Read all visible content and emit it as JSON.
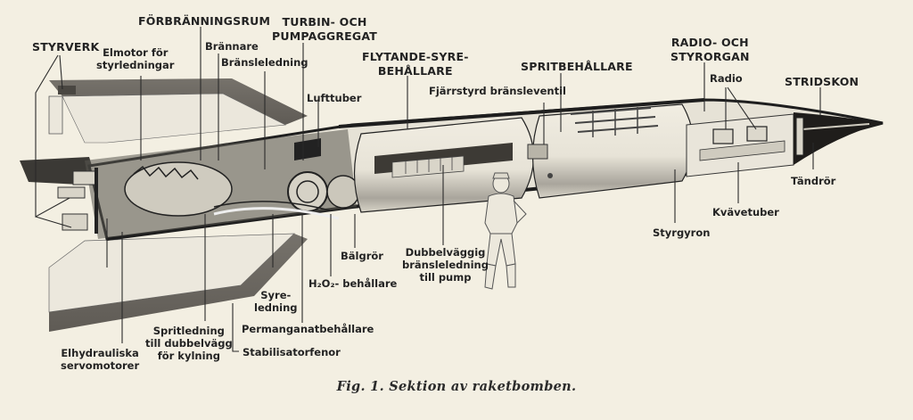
{
  "figure": {
    "caption": "Fig. 1. Sektion av raketbomben.",
    "subject": "V-2 rocket cutaway",
    "colors": {
      "paper": "#f3efe2",
      "fins": "#6e6a64",
      "ink": "#1e1e1e",
      "tank": "#e8e4d8"
    }
  },
  "labels": {
    "styrverk": "STYRVERK",
    "elmotor": "Elmotor för\nstyrledningar",
    "forbranningsrum": "FÖRBRÄNNINGSRUM",
    "brannare": "Brännare",
    "bransleledning": "Bränsleledning",
    "turbin": "TURBIN- OCH\nPUMPAGGREGAT",
    "lufttuber": "Lufttuber",
    "flytande_syre": "FLYTANDE-SYRE-\nBEHÅLLARE",
    "fjarrstyrd": "Fjärrstyrd bränsleventil",
    "spritbehallare": "SPRITBEHÅLLARE",
    "radio_och_styrorgan": "RADIO- OCH\nSTYRORGAN",
    "radio": "Radio",
    "stridskon": "STRIDSKON",
    "tandror": "Tändrör",
    "kvavetuber": "Kvävetuber",
    "styrgyron": "Styrgyron",
    "dubbelvaggig": "Dubbelväggig\nbränsleledning\ntill pump",
    "balgror": "Bälgrör",
    "h2o2": "H₂O₂- behållare",
    "syreledning": "Syre-\nledning",
    "permanganat": "Permanganatbehållare",
    "stabilisatorfenor": "Stabilisatorfenor",
    "spritledning": "Spritledning\ntill dubbelvägg\nför kylning",
    "elhydrauliska": "Elhydrauliska\nservomotorer"
  }
}
